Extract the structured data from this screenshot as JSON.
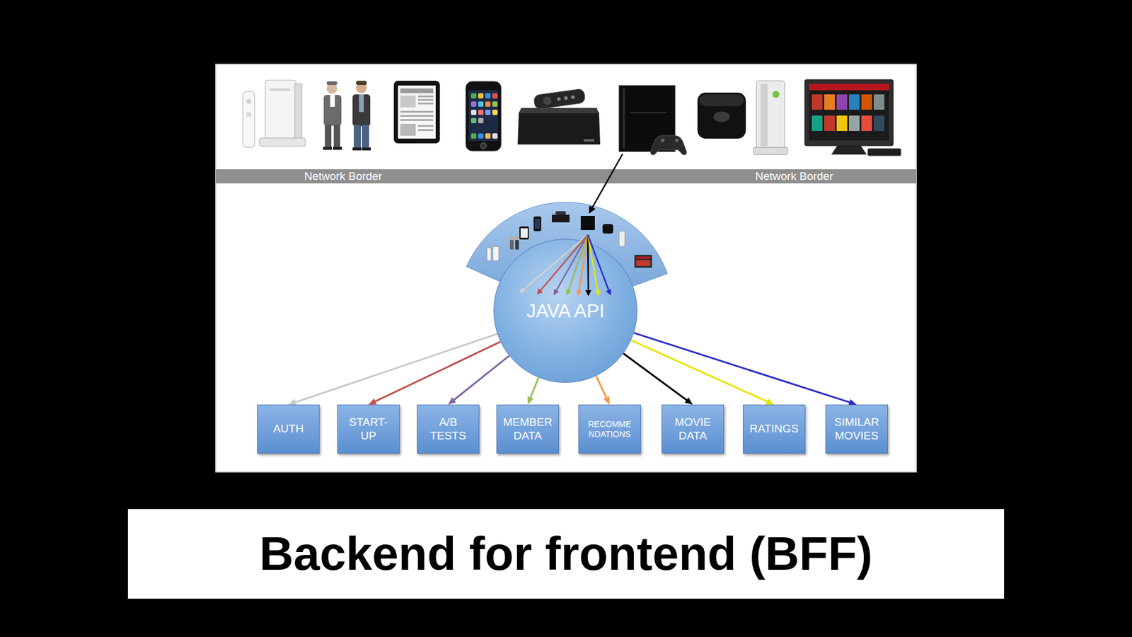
{
  "diagram": {
    "caption": "Backend for frontend (BFF)",
    "nodes": [
      {
        "text": [
          "Network Border",
          "Network Border"
        ]
      },
      {
        "text": [
          "JAVA API"
        ]
      },
      {
        "text": [
          "AUTH"
        ]
      },
      {
        "text": [
          "START- UP"
        ]
      },
      {
        "text": [
          "A/B TESTS"
        ]
      },
      {
        "text": [
          "MEMBER DATA"
        ]
      },
      {
        "text": [
          "RECOMME NDATIONS"
        ]
      },
      {
        "text": [
          "MOVIE DATA"
        ]
      },
      {
        "text": [
          "RATINGS"
        ]
      },
      {
        "text": [
          "SIMILAR MOVIES"
        ]
      }
    ],
    "edges": [
      {
        "from": 1,
        "to": 2,
        "arrow": "to"
      },
      {
        "from": 1,
        "to": 3,
        "arrow": "to"
      },
      {
        "from": 1,
        "to": 4,
        "arrow": "to"
      },
      {
        "from": 1,
        "to": 5,
        "arrow": "to"
      },
      {
        "from": 1,
        "to": 6,
        "arrow": "to"
      },
      {
        "from": 1,
        "to": 7,
        "arrow": "to"
      },
      {
        "from": 1,
        "to": 8,
        "arrow": "to"
      },
      {
        "from": 1,
        "to": 9,
        "arrow": "to"
      }
    ]
  }
}
